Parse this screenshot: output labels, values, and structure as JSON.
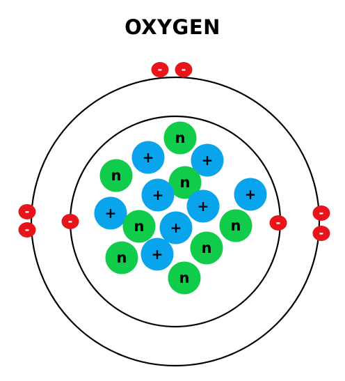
{
  "title": "OXYGEN",
  "labels": {
    "proton": "+",
    "neutron": "n",
    "electron": "-"
  },
  "colors": {
    "proton": "#0aa4ec",
    "neutron": "#10cc4a",
    "electron": "#e8141c",
    "shell": "#000000",
    "text": "#000000",
    "electron_text": "#ffffff"
  },
  "shells": [
    {
      "name": "inner-shell",
      "electrons": 2
    },
    {
      "name": "outer-shell",
      "electrons": 6
    }
  ],
  "nucleus": {
    "protons": 8,
    "neutrons": 8
  }
}
